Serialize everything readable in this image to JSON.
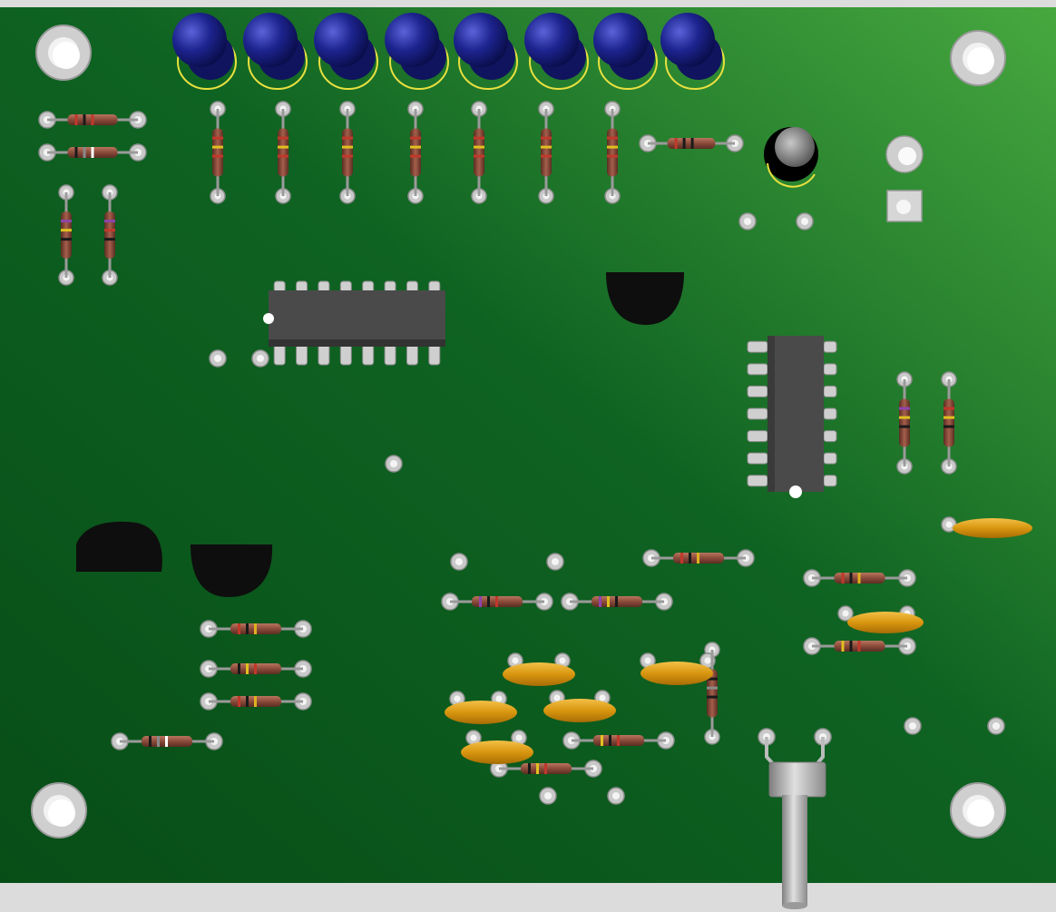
{
  "scene": {
    "board_color_light": "#45a83c",
    "board_color_dark": "#0b5a1c",
    "background_color": "#dcdcdc",
    "pad_color": "#d8d8d8",
    "led_color": "#1a1f8a",
    "led_ring_color": "#e8e040",
    "resistor_body_color": "#8a4b3a",
    "capacitor_color": "#d99a12",
    "ic_color": "#4a4a4a",
    "transistor_color": "#0e0e0e",
    "potentiometer_color": "#bdbdbd"
  },
  "components": {
    "leds": [
      {
        "id": "LED1"
      },
      {
        "id": "LED2"
      },
      {
        "id": "LED3"
      },
      {
        "id": "LED4"
      },
      {
        "id": "LED5"
      },
      {
        "id": "LED6"
      },
      {
        "id": "LED7"
      },
      {
        "id": "LED8"
      }
    ],
    "ics": [
      {
        "id": "U1",
        "pins": 16
      },
      {
        "id": "U2",
        "pins": 14
      }
    ],
    "transistors": [
      {
        "id": "Q1"
      },
      {
        "id": "Q2"
      },
      {
        "id": "Q3"
      }
    ],
    "electrolytic_capacitors": [
      {
        "id": "C1"
      }
    ],
    "ceramic_capacitors": [
      {
        "id": "C2"
      },
      {
        "id": "C3"
      },
      {
        "id": "C4"
      },
      {
        "id": "C5"
      },
      {
        "id": "C6"
      },
      {
        "id": "C7"
      },
      {
        "id": "C8"
      }
    ],
    "potentiometers": [
      {
        "id": "RV1"
      }
    ],
    "mounting_holes": 4
  }
}
